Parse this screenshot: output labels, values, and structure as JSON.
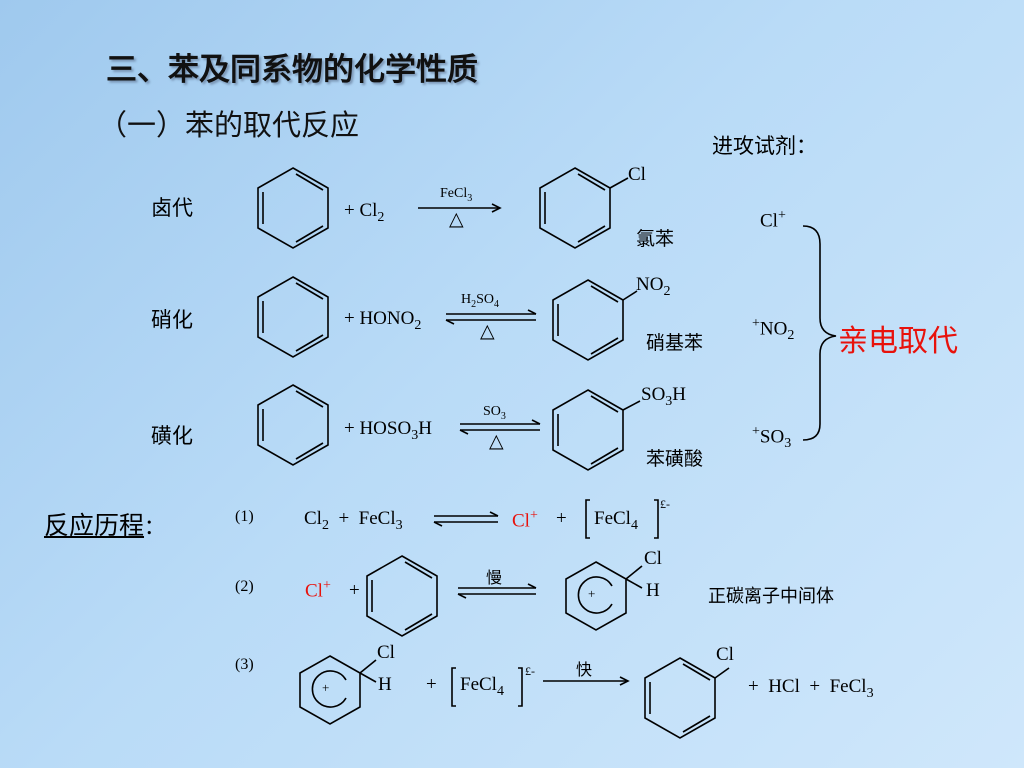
{
  "header": {
    "title": "三、苯及同系物的化学性质",
    "subtitle": "（一）苯的取代反应"
  },
  "reagent_label": "进攻试剂：",
  "reactions": {
    "halogenation": {
      "label": "卤代",
      "reagent_main": "+ Cl",
      "reagent_sub": "2",
      "catalyst_main": "FeCl",
      "catalyst_sub": "3",
      "condition": "△",
      "product_group": "Cl",
      "product_name": "氯苯"
    },
    "nitration": {
      "label": "硝化",
      "reagent_main": "+ HONO",
      "reagent_sub": "2",
      "catalyst": [
        "H",
        "2",
        "SO",
        "4"
      ],
      "condition": "△",
      "product_group_main": "NO",
      "product_group_sub": "2",
      "product_name": "硝基苯"
    },
    "sulfonation": {
      "label": "磺化",
      "reagent_a": "+ HOSO",
      "reagent_sub": "3",
      "reagent_b": "H",
      "catalyst_main": "SO",
      "catalyst_sub": "3",
      "condition": "△",
      "product_group_a": "SO",
      "product_group_sub": "3",
      "product_group_b": "H",
      "product_name": "苯磺酸"
    }
  },
  "electrophiles": {
    "cl": {
      "main": "Cl",
      "sup": "+"
    },
    "no2": {
      "sup": "+",
      "main": "NO",
      "sub": "2"
    },
    "so3": {
      "sup": "+",
      "main": "SO",
      "sub": "3"
    },
    "bracket_label": "亲电取代"
  },
  "mechanism": {
    "label": "反应历程",
    "colon": "：",
    "step1": {
      "num": "(1)",
      "lhs_a": "Cl",
      "lhs_a_sub": "2",
      "plus1": "+",
      "lhs_b": "FeCl",
      "lhs_b_sub": "3",
      "rhs_cl": "Cl",
      "rhs_cl_sup": "+",
      "plus2": "+",
      "rhs_fecl": "FeCl",
      "rhs_fecl_sub": "4",
      "rhs_charge": "£-"
    },
    "step2": {
      "num": "(2)",
      "cl": "Cl",
      "cl_sup": "+",
      "plus": "+",
      "arrow_label": "慢",
      "ion_cl": "Cl",
      "ion_h": "H",
      "ion_charge": "+",
      "intermediate_name": "正碳离子中间体"
    },
    "step3": {
      "num": "(3)",
      "ion_cl": "Cl",
      "ion_h": "H",
      "ion_charge": "+",
      "plus": "+",
      "fecl": "FeCl",
      "fecl_sub": "4",
      "charge": "£-",
      "arrow_label": "快",
      "product_cl": "Cl",
      "tail_a": "+  HCl  +  FeCl",
      "tail_sub": "3"
    }
  },
  "colors": {
    "accent_red": "#e8120c",
    "background": "#b9dbf7"
  }
}
